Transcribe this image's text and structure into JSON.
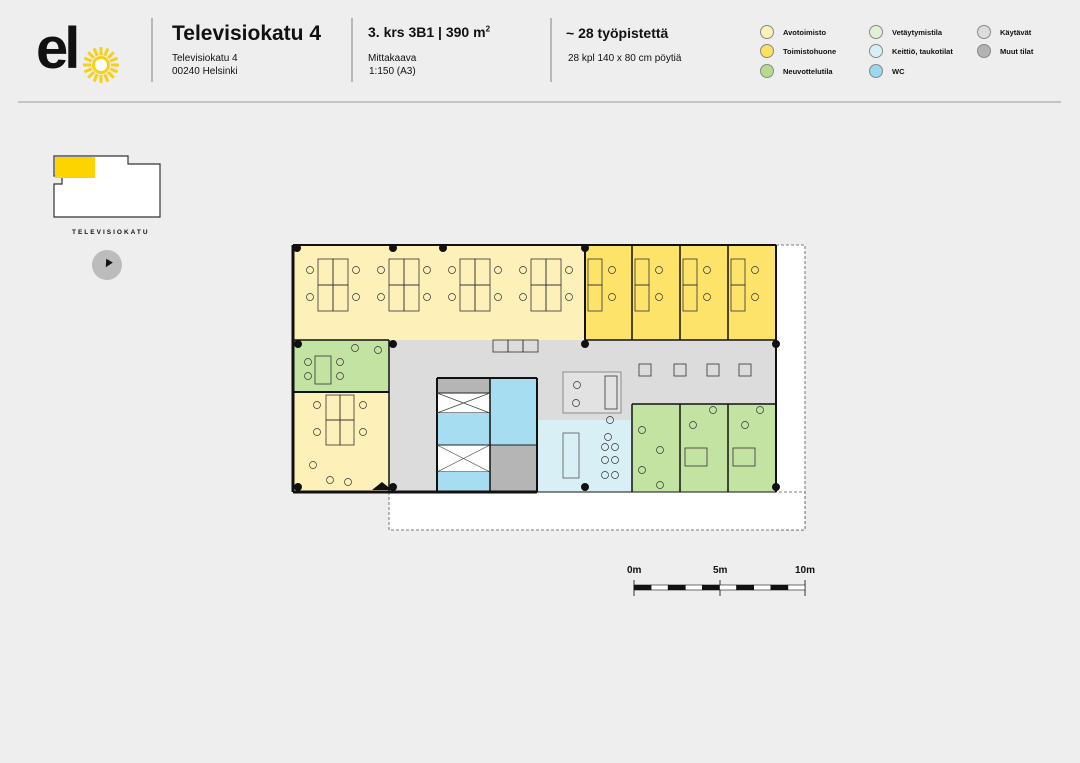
{
  "logo": {
    "text": "elo",
    "accent": "#f7d117"
  },
  "header": {
    "title": "Televisiokatu 4",
    "address_line1": "Televisiokatu 4",
    "address_line2": "00240 Helsinki",
    "floor_info": "3. krs  3B1 | 390 m",
    "floor_info_sup": "2",
    "scale_label": "Mittakaava",
    "scale_value": "1:150 (A3)",
    "workstations": "~ 28 työpistettä",
    "desks": "28 kpl 140 x 80 cm pöytiä"
  },
  "legend": [
    {
      "label": "Avotoimisto",
      "color": "#fdf0b8"
    },
    {
      "label": "Toimistohuone",
      "color": "#fde15e"
    },
    {
      "label": "Neuvottelutila",
      "color": "#b5dc8e"
    },
    {
      "label": "Vetäytymistila",
      "color": "#dff1d3"
    },
    {
      "label": "Keittiö, taukotilat",
      "color": "#d7f0f6"
    },
    {
      "label": "WC",
      "color": "#9ad8ef"
    },
    {
      "label": "Käytävät",
      "color": "#dcdcdc"
    },
    {
      "label": "Muut tilat",
      "color": "#b3b3b3"
    }
  ],
  "keyplan": {
    "street_label": "TELEVISIOKATU",
    "compass_icon": "north-arrow-icon"
  },
  "scalebar": {
    "labels": [
      "0m",
      "5m",
      "10m"
    ]
  },
  "colors": {
    "open_office": "#fdf0b8",
    "office_room": "#fde36a",
    "meeting": "#c3e3a2",
    "kitchen": "#d8f0f5",
    "wc": "#a6ddf0",
    "corridor": "#dcdcdc",
    "other": "#b5b5b5"
  }
}
